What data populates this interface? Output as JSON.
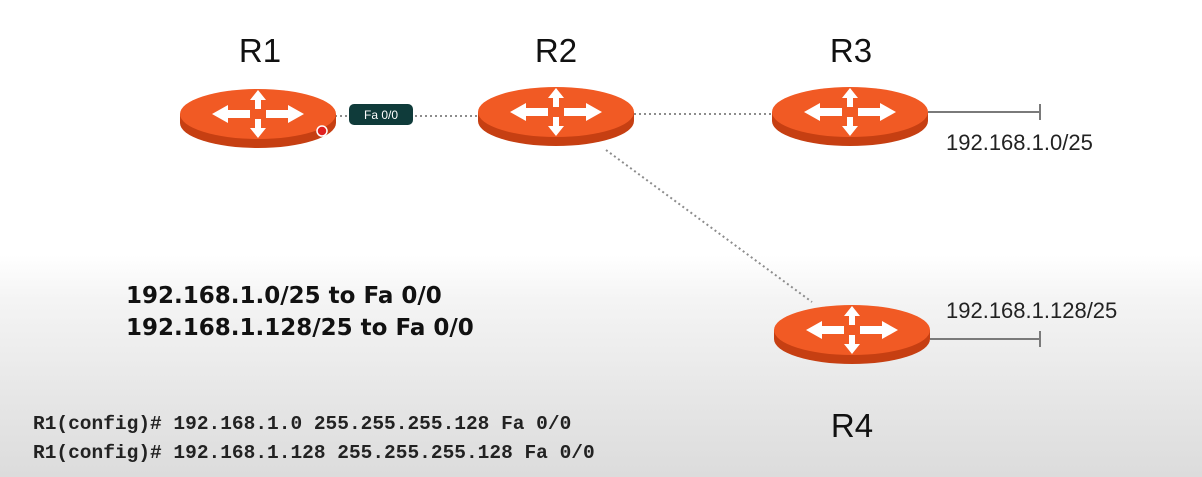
{
  "routers": [
    {
      "id": "r1",
      "label": "R1"
    },
    {
      "id": "r2",
      "label": "R2"
    },
    {
      "id": "r3",
      "label": "R3"
    },
    {
      "id": "r4",
      "label": "R4"
    }
  ],
  "interface_tag": "Fa 0/0",
  "networks": {
    "r3_lan": "192.168.1.0/25",
    "r4_lan": "192.168.1.128/25"
  },
  "routes": [
    "192.168.1.0/25 to Fa 0/0",
    "192.168.1.128/25 to Fa 0/0"
  ],
  "commands": [
    "R1(config)# 192.168.1.0 255.255.255.128 Fa 0/0",
    "R1(config)# 192.168.1.128 255.255.255.128 Fa 0/0"
  ],
  "colors": {
    "router_orange": "#f15a24",
    "router_dark": "#c63f12",
    "link": "#8c8c8c",
    "tag_bg": "#0f3b3a"
  }
}
